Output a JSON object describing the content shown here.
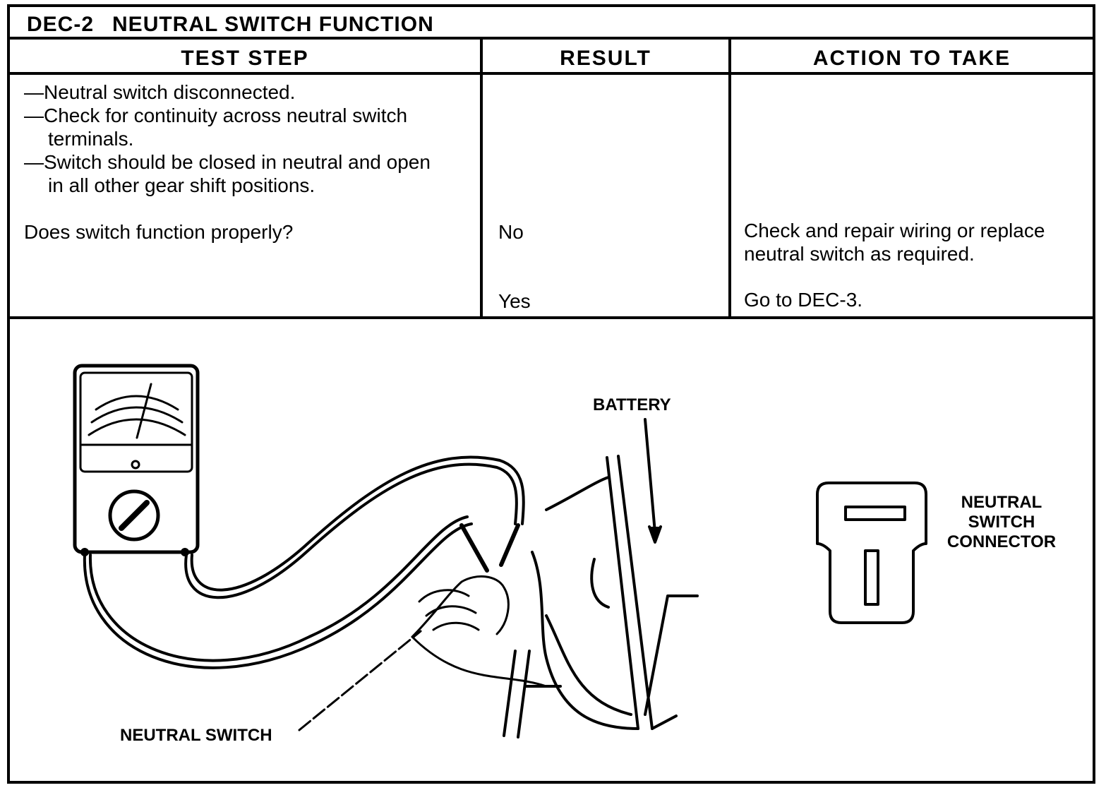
{
  "title": {
    "code": "DEC-2",
    "text": "NEUTRAL SWITCH FUNCTION"
  },
  "headers": {
    "test_step": "TEST STEP",
    "result": "RESULT",
    "action": "ACTION TO TAKE"
  },
  "test_step": {
    "items": [
      "—Neutral switch disconnected.",
      "—Check for continuity across neutral switch terminals.",
      "—Switch should be closed in neutral and open in all other gear shift positions."
    ],
    "question": "Does switch function properly?"
  },
  "results": {
    "no": "No",
    "yes": "Yes"
  },
  "actions": {
    "no": "Check and repair wiring or replace neutral switch as required.",
    "yes": "Go to DEC-3."
  },
  "figure": {
    "battery_label": "BATTERY",
    "neutral_switch_label": "NEUTRAL SWITCH",
    "connector_label_lines": [
      "NEUTRAL",
      "SWITCH",
      "CONNECTOR"
    ]
  }
}
